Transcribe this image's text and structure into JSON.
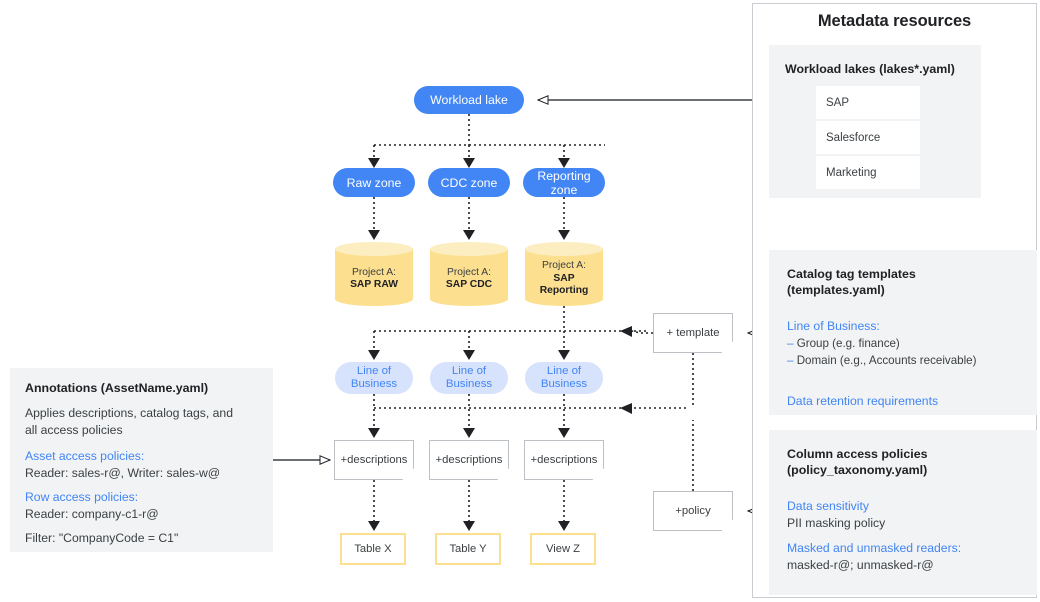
{
  "metadata_panel": {
    "title": "Metadata resources",
    "lakes_card": {
      "heading": "Workload lakes (lakes*.yaml)",
      "items": [
        "SAP",
        "Salesforce",
        "Marketing"
      ]
    },
    "templates_card": {
      "heading": "Catalog tag templates\n(templates.yaml)",
      "heading_line1": "Catalog tag templates",
      "heading_line2": "(templates.yaml)",
      "line_of_business_label": "Line of Business:",
      "bullets": [
        "Group (e.g. finance)",
        "Domain (e.g., Accounts receivable)"
      ],
      "bullet_marker": "–",
      "retention_label": "Data retention requirements"
    },
    "policies_card": {
      "heading_line1": "Column access policies",
      "heading_line2": "(policy_taxonomy.yaml)",
      "sensitivity_label": "Data sensitivity",
      "sensitivity_value": "PII masking policy",
      "readers_label": "Masked and unmasked readers:",
      "readers_value": "masked-r@; unmasked-r@"
    }
  },
  "annotations_panel": {
    "title": "Annotations (AssetName.yaml)",
    "description_line1": "Applies descriptions, catalog tags, and",
    "description_line2": "all access policies",
    "asset_policies_label": "Asset access policies:",
    "asset_policies_value": "Reader: sales-r@, Writer: sales-w@",
    "row_policies_label": "Row access policies:",
    "row_policies_value": "Reader: company-c1-r@",
    "filter_value": "Filter: \"CompanyCode = C1\""
  },
  "diagram": {
    "workload_lake": "Workload lake",
    "zones": [
      {
        "label": "Raw zone"
      },
      {
        "label": "CDC zone"
      },
      {
        "label_line1": "Reporting",
        "label_line2": "zone"
      }
    ],
    "projects": [
      {
        "prefix": "Project A:",
        "name": "SAP RAW"
      },
      {
        "prefix": "Project A:",
        "name": "SAP CDC"
      },
      {
        "prefix": "Project A:",
        "name_line1": "SAP",
        "name_line2": "Reporting"
      }
    ],
    "line_of_business": {
      "line1": "Line of",
      "line2": "Business"
    },
    "descriptions_label": "+descriptions",
    "template_note": "+ template",
    "policy_note": "+policy",
    "assets": [
      {
        "label": "Table X"
      },
      {
        "label": "Table Y"
      },
      {
        "label": "View Z"
      }
    ]
  },
  "colors": {
    "accent_blue": "#4285f4",
    "light_blue": "#d7e3fc",
    "amber": "#fcdf8f",
    "amber_light": "#fdeec2",
    "panel_gray": "#f1f3f4",
    "border_gray": "#bdc1c6",
    "text_dark": "#202124"
  }
}
